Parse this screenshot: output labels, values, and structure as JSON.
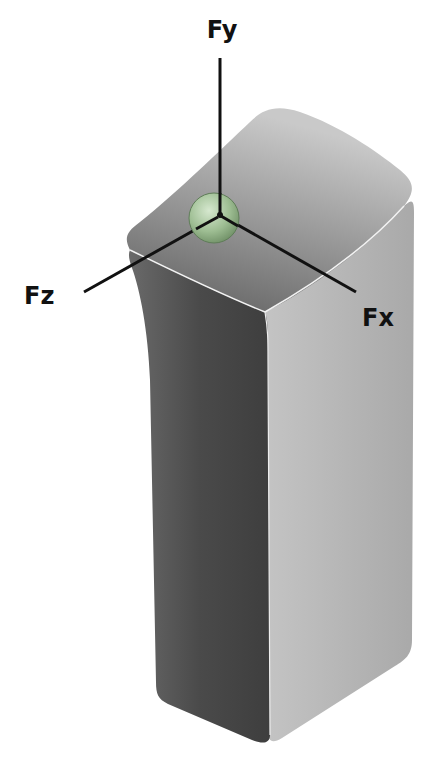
{
  "diagram": {
    "labels": [
      "Fy",
      "Fz",
      "Fx"
    ]
  }
}
